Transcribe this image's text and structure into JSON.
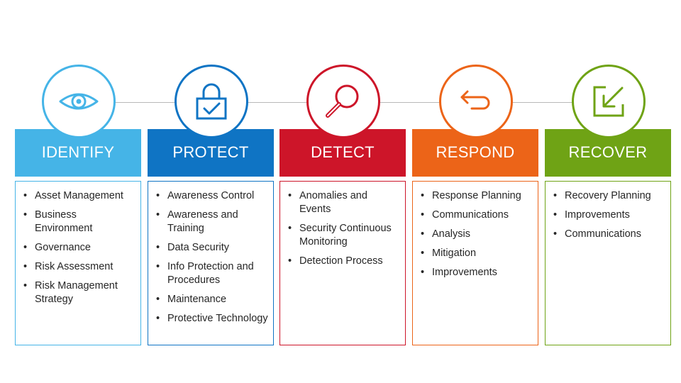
{
  "colors": {
    "identify": "#45b4e7",
    "protect": "#0f74c4",
    "detect": "#cd1529",
    "respond": "#ec6418",
    "recover": "#6fa315",
    "connector": "#b9b9b9",
    "text": "#262626"
  },
  "columns": [
    {
      "key": "identify",
      "title": "IDENTIFY",
      "icon": "eye-icon",
      "color": "#45b4e7",
      "items": [
        {
          "text": "Asset Management"
        },
        {
          "text": "Business Environment"
        },
        {
          "text": "Governance"
        },
        {
          "text": "Risk Assessment"
        },
        {
          "text": "Risk Management Strategy"
        }
      ]
    },
    {
      "key": "protect",
      "title": "PROTECT",
      "icon": "padlock-icon",
      "color": "#0f74c4",
      "items": [
        {
          "text": "Awareness Control"
        },
        {
          "text": "Awareness and Training"
        },
        {
          "text": "Data Security"
        },
        {
          "text": "Info Protection and Procedures"
        },
        {
          "text": "Maintenance"
        },
        {
          "text": "Protective Technology"
        }
      ]
    },
    {
      "key": "detect",
      "title": "DETECT",
      "icon": "magnifier-icon",
      "color": "#cd1529",
      "items": [
        {
          "text": "Anomalies and Events"
        },
        {
          "text": "Security Continuous Monitoring"
        },
        {
          "text": "Detection Process"
        }
      ]
    },
    {
      "key": "respond",
      "title": "RESPOND",
      "icon": "return-arrow-icon",
      "color": "#ec6418",
      "items": [
        {
          "text": "Response Planning"
        },
        {
          "text": "Communications"
        },
        {
          "text": "Analysis"
        },
        {
          "text": "Mitigation"
        },
        {
          "text": "Improvements"
        }
      ]
    },
    {
      "key": "recover",
      "title": "RECOVER",
      "icon": "restore-arrow-icon",
      "color": "#6fa315",
      "items": [
        {
          "text": "Recovery Planning"
        },
        {
          "text": "Improvements"
        },
        {
          "text": "Communications"
        }
      ]
    }
  ]
}
